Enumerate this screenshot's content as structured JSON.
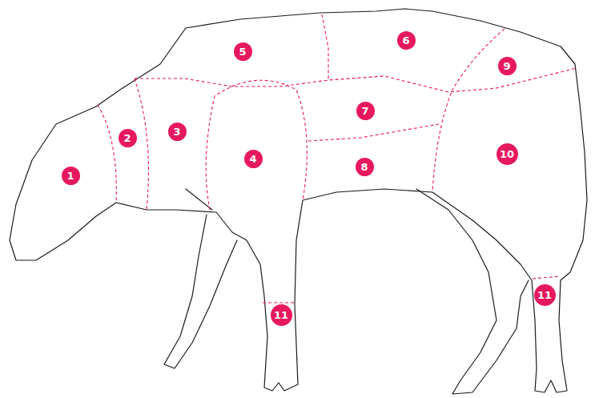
{
  "diagram": {
    "nodes": [
      {
        "text": [
          "1"
        ]
      },
      {
        "text": [
          "2"
        ]
      },
      {
        "text": [
          "3"
        ]
      },
      {
        "text": [
          "4"
        ]
      },
      {
        "text": [
          "5"
        ]
      },
      {
        "text": [
          "6"
        ]
      },
      {
        "text": [
          "7"
        ]
      },
      {
        "text": [
          "8"
        ]
      },
      {
        "text": [
          "9"
        ]
      },
      {
        "text": [
          "10"
        ]
      },
      {
        "text": [
          "11"
        ]
      },
      {
        "text": [
          "11"
        ]
      }
    ]
  }
}
